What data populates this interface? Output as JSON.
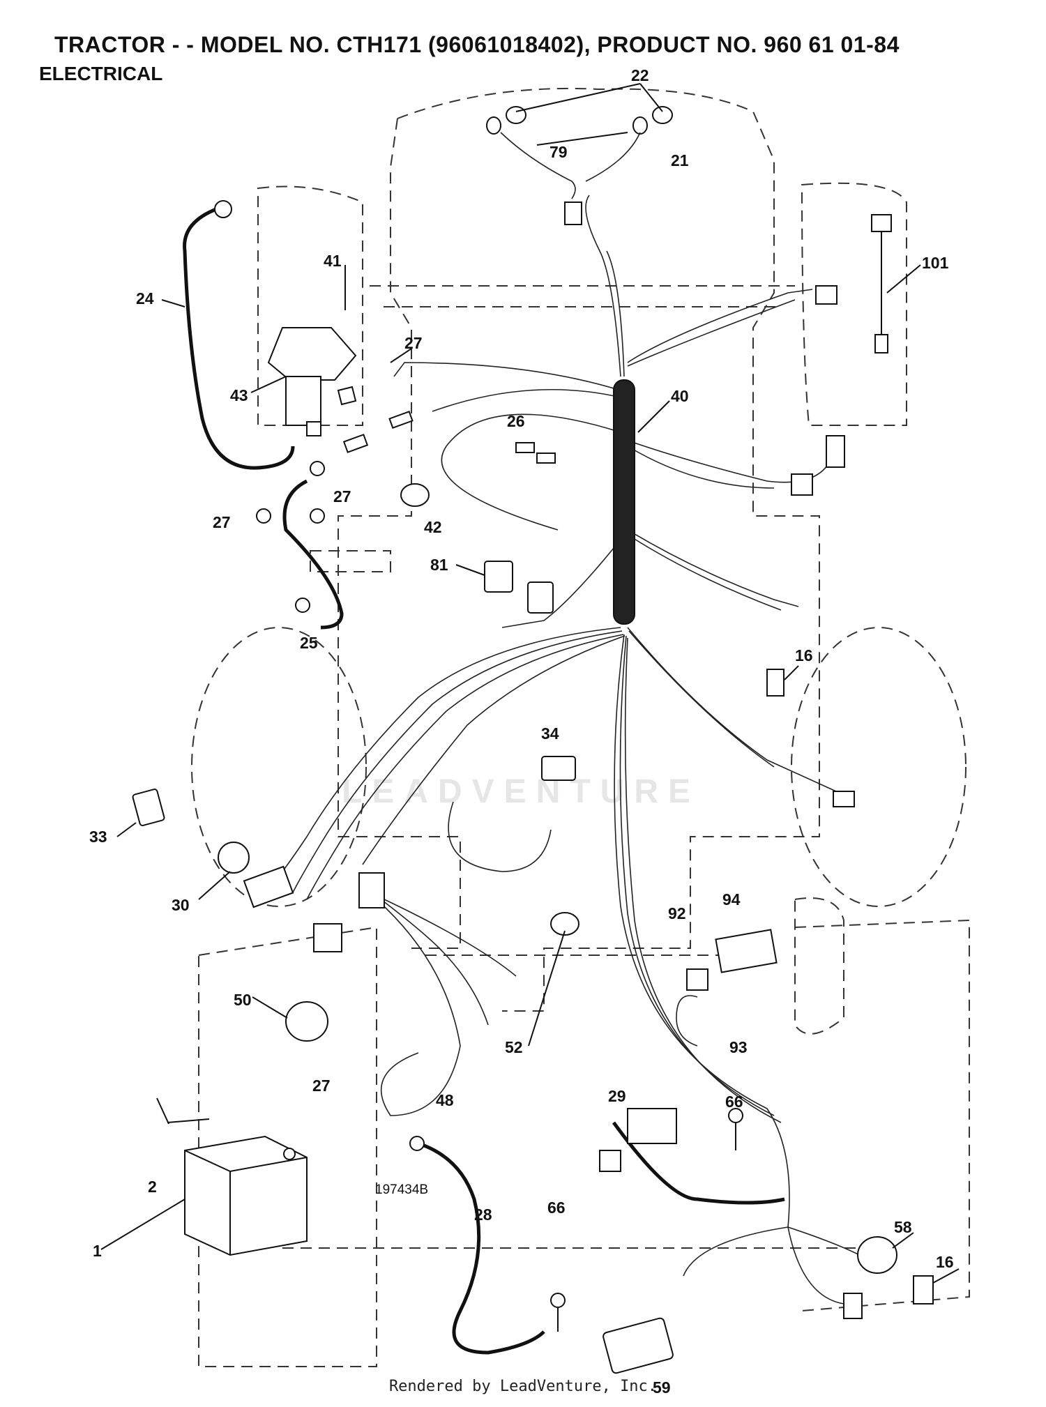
{
  "header": {
    "title": "TRACTOR - - MODEL NO. CTH171 (96061018402), PRODUCT NO. 960 61 01-84",
    "subtitle": "ELECTRICAL"
  },
  "drawing_code": "197434B",
  "watermark": "LEADVENTURE",
  "footer": "Rendered by LeadVenture, Inc.",
  "callouts": [
    "22",
    "79",
    "21",
    "101",
    "41",
    "24",
    "27",
    "43",
    "40",
    "26",
    "27",
    "27",
    "42",
    "81",
    "25",
    "16",
    "34",
    "33",
    "30",
    "94",
    "92",
    "50",
    "93",
    "52",
    "48",
    "27",
    "29",
    "66",
    "2",
    "1",
    "28",
    "66",
    "58",
    "16",
    "59"
  ]
}
